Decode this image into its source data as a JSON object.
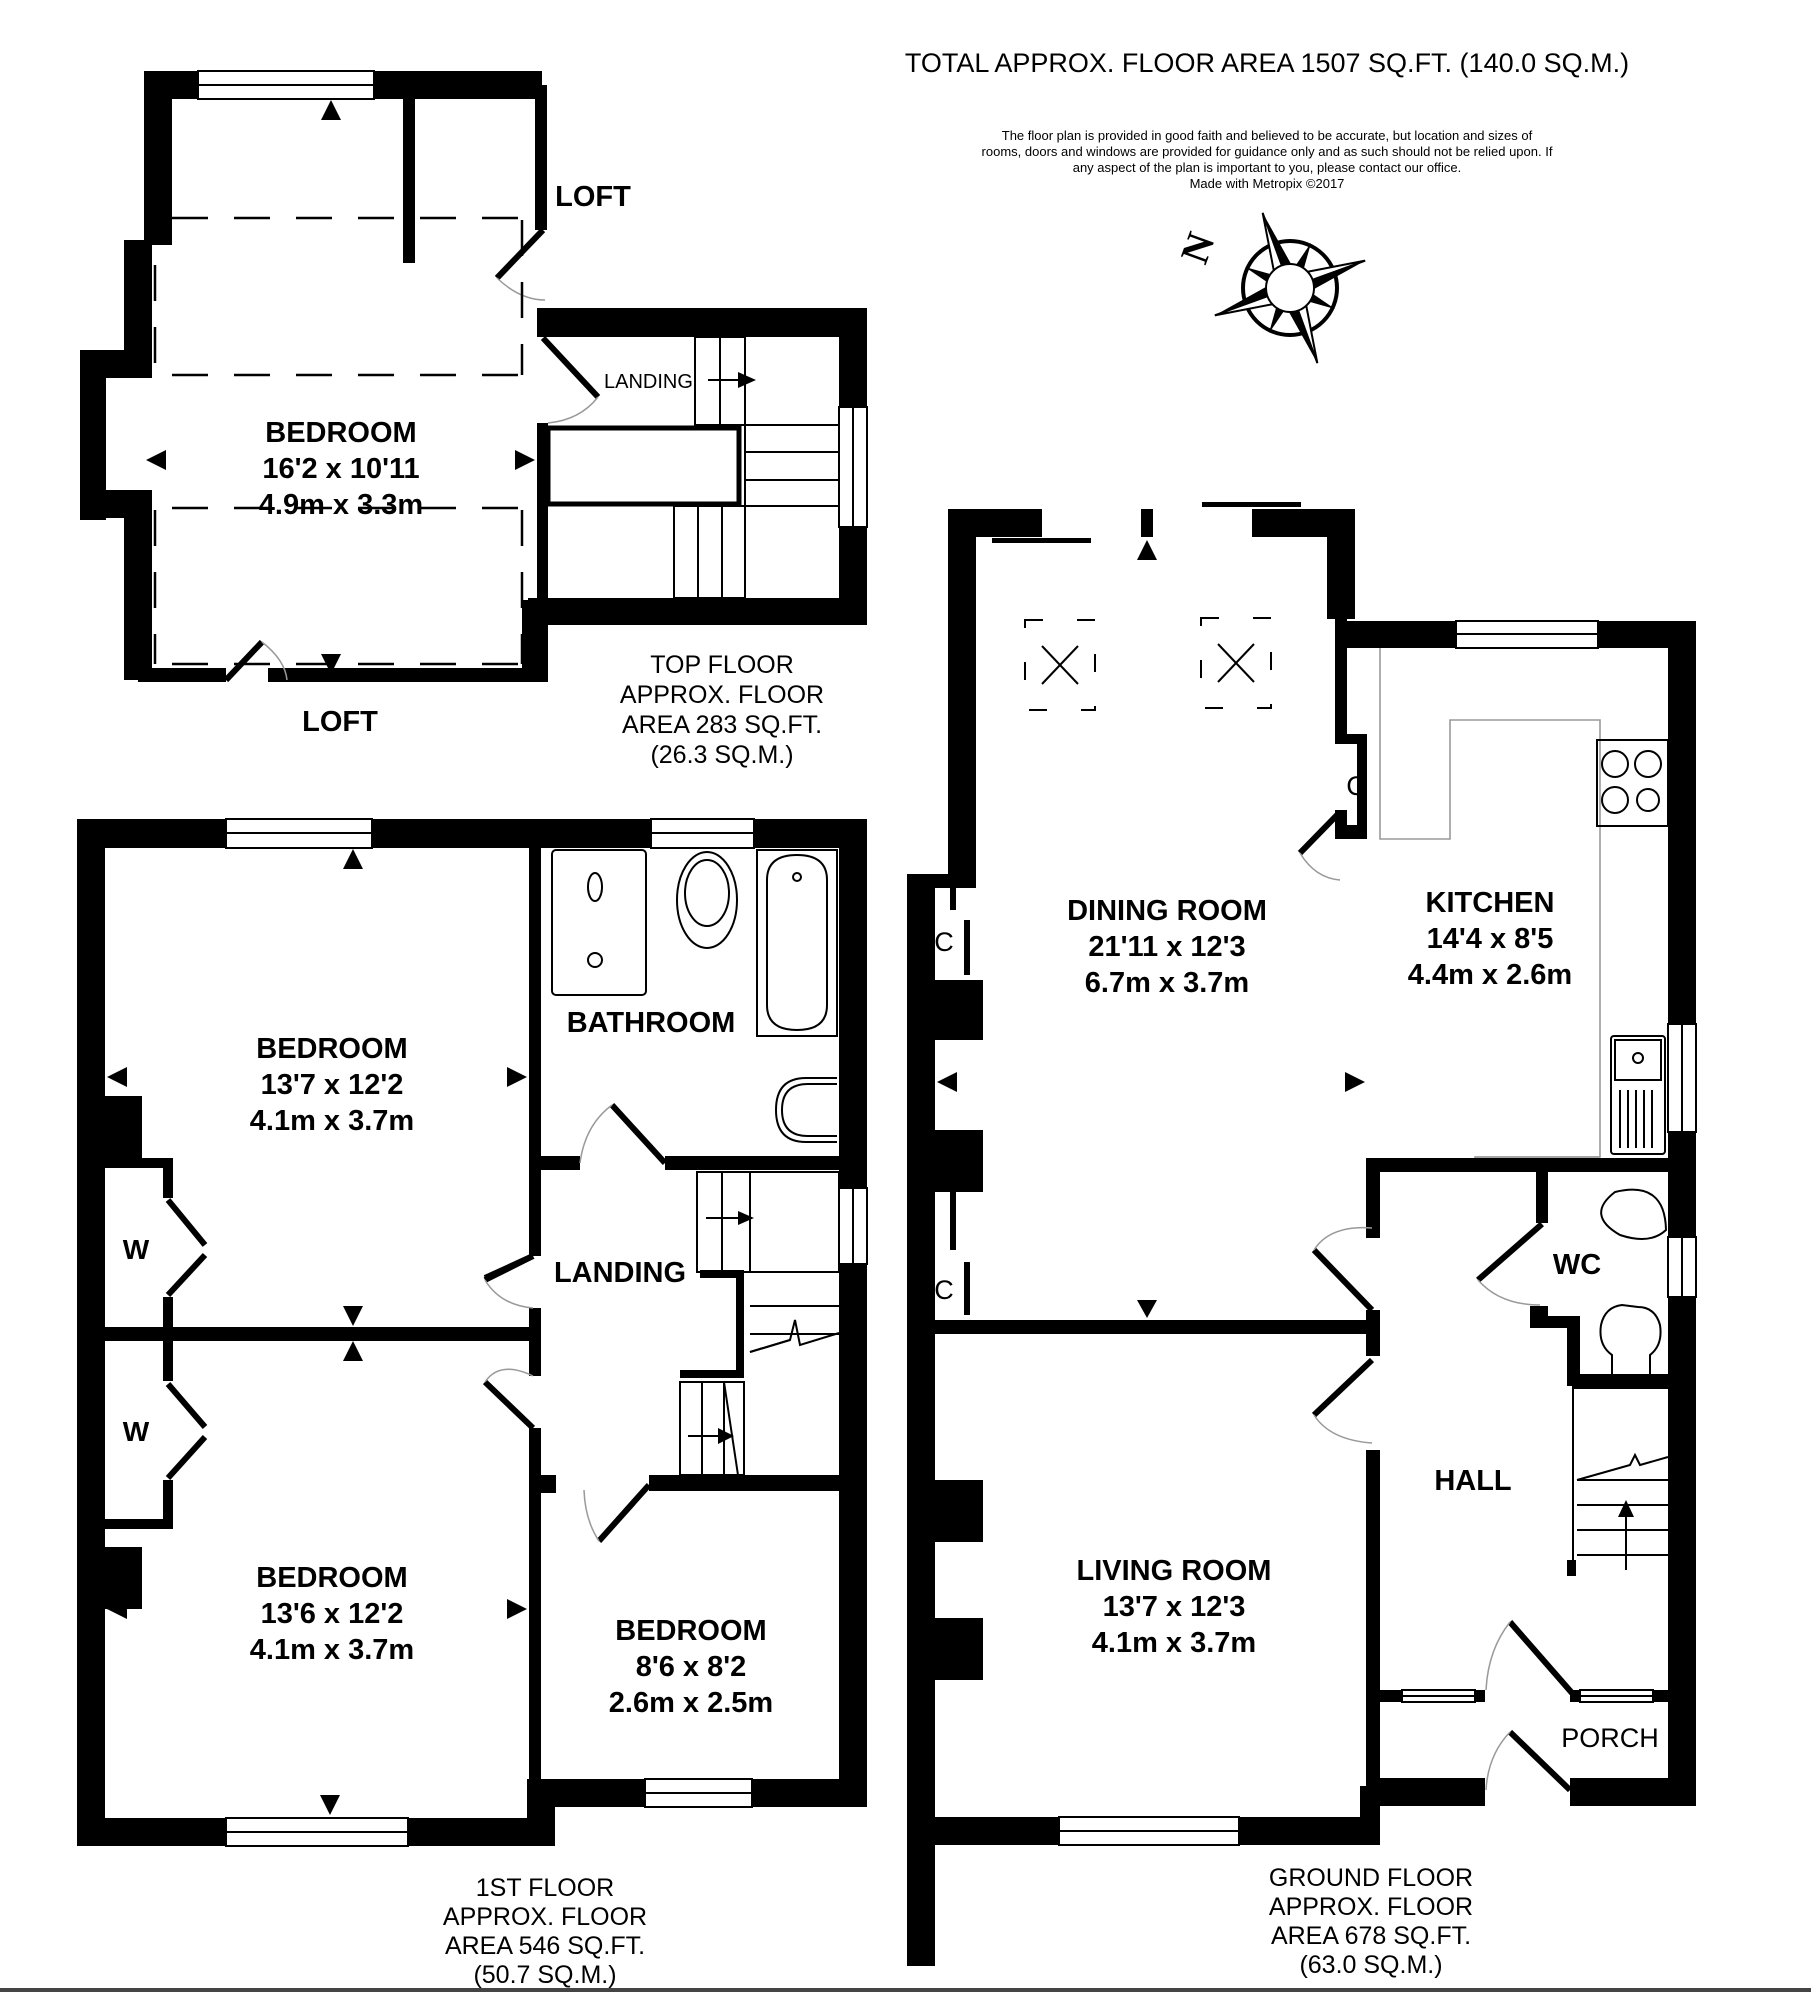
{
  "header": {
    "total_area": "TOTAL APPROX. FLOOR AREA 1507 SQ.FT. (140.0 SQ.M.)",
    "disclaimer_lines": [
      "The floor plan is provided in good faith and believed to be accurate, but location and sizes of",
      "rooms, doors and windows are provided for guidance only and as such should not be relied upon. If",
      "any aspect of the plan is important to you, please contact our office.",
      "Made with Metropix ©2017"
    ]
  },
  "compass": {
    "icon": "compass-rose-icon",
    "north_label": "N"
  },
  "floors": {
    "top": {
      "caption": [
        "TOP FLOOR",
        "APPROX. FLOOR",
        "AREA 283 SQ.FT.",
        "(26.3 SQ.M.)"
      ],
      "rooms": {
        "bedroom": {
          "name": "BEDROOM",
          "imperial": "16'2 x 10'11",
          "metric": "4.9m x 3.3m"
        },
        "landing": {
          "name": "LANDING"
        }
      },
      "loft_labels": [
        "LOFT",
        "LOFT"
      ]
    },
    "first": {
      "caption": [
        "1ST FLOOR",
        "APPROX. FLOOR",
        "AREA 546 SQ.FT.",
        "(50.7 SQ.M.)"
      ],
      "rooms": {
        "bedroom1": {
          "name": "BEDROOM",
          "imperial": "13'7 x 12'2",
          "metric": "4.1m x 3.7m"
        },
        "bathroom": {
          "name": "BATHROOM"
        },
        "landing": {
          "name": "LANDING"
        },
        "bedroom2": {
          "name": "BEDROOM",
          "imperial": "13'6 x 12'2",
          "metric": "4.1m x 3.7m"
        },
        "bedroom3": {
          "name": "BEDROOM",
          "imperial": "8'6 x 8'2",
          "metric": "2.6m x 2.5m"
        }
      },
      "wardrobe_labels": [
        "W",
        "W"
      ]
    },
    "ground": {
      "caption": [
        "GROUND FLOOR",
        "APPROX. FLOOR",
        "AREA 678 SQ.FT.",
        "(63.0 SQ.M.)"
      ],
      "rooms": {
        "dining": {
          "name": "DINING ROOM",
          "imperial": "21'11 x 12'3",
          "metric": "6.7m x 3.7m"
        },
        "kitchen": {
          "name": "KITCHEN",
          "imperial": "14'4 x 8'5",
          "metric": "4.4m x 2.6m"
        },
        "wc": {
          "name": "WC"
        },
        "hall": {
          "name": "HALL"
        },
        "living": {
          "name": "LIVING ROOM",
          "imperial": "13'7 x 12'3",
          "metric": "4.1m x 3.7m"
        },
        "porch": {
          "name": "PORCH"
        }
      },
      "cupboard_labels": [
        "C",
        "C",
        "C"
      ]
    }
  },
  "colors": {
    "wall": "#000000",
    "background": "#ffffff",
    "fixture_outline": "#9a9a9a"
  }
}
